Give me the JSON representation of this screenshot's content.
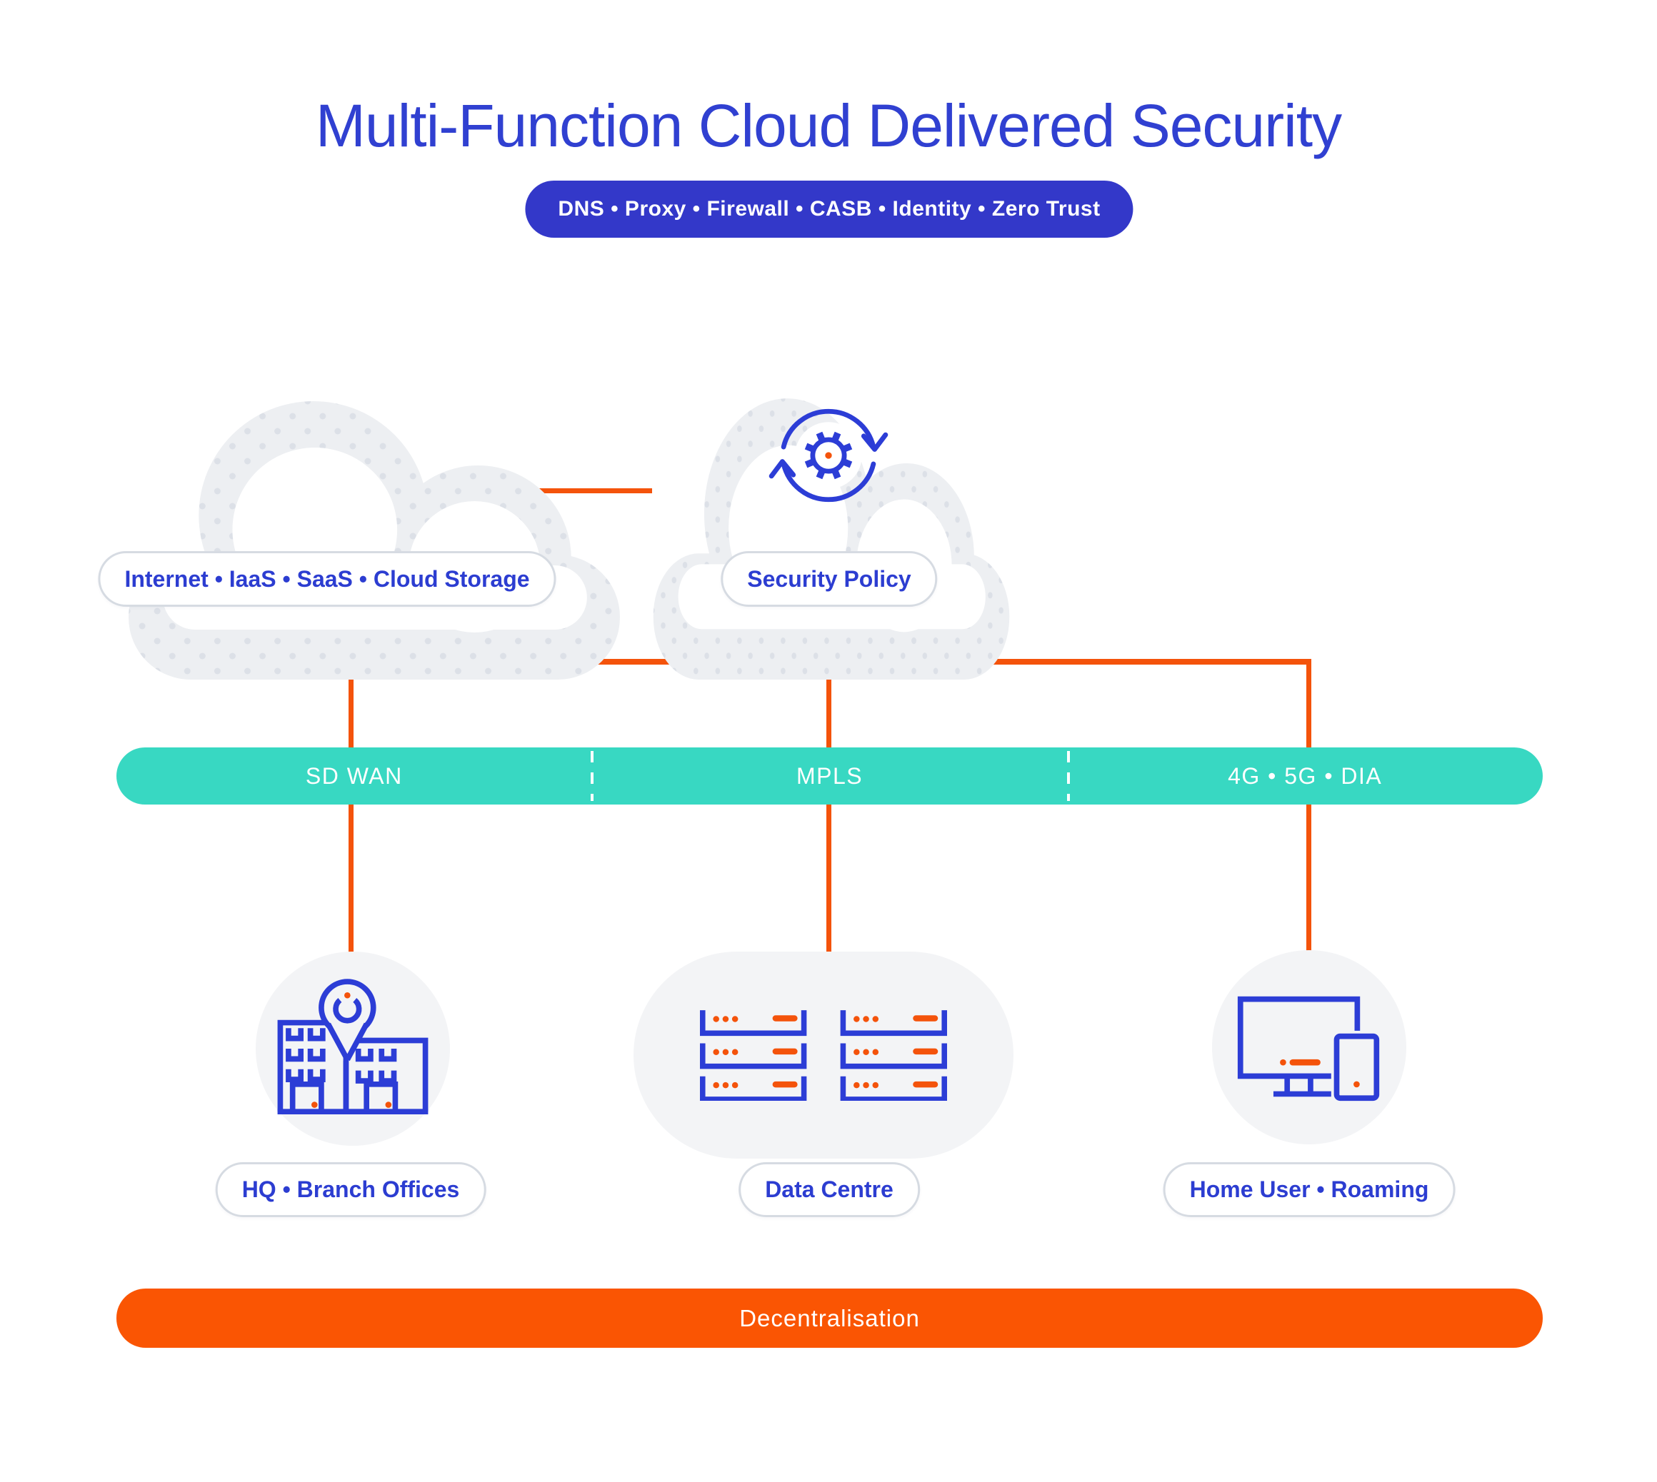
{
  "title": "Multi-Function Cloud Delivered Security",
  "badge": {
    "label": "DNS • Proxy • Firewall • CASB • Identity • Zero Trust"
  },
  "clouds": {
    "internet": {
      "label": "Internet • IaaS • SaaS • Cloud Storage",
      "icon": "cloud-icon"
    },
    "security": {
      "label": "Security Policy",
      "icon": "sync-gear-icon"
    }
  },
  "transport": {
    "segments": [
      {
        "label": "SD WAN"
      },
      {
        "label": "MPLS"
      },
      {
        "label": "4G • 5G • DIA"
      }
    ]
  },
  "endpoints": [
    {
      "label": "HQ • Branch Offices",
      "icon": "office-building-pin-icon"
    },
    {
      "label": "Data Centre",
      "icon": "server-racks-icon"
    },
    {
      "label": "Home User • Roaming",
      "icon": "desktop-mobile-icon"
    }
  ],
  "footer": {
    "label": "Decentralisation"
  },
  "colors": {
    "title_blue": "#3040D1",
    "badge_blue": "#3338C9",
    "label_blue": "#2C3DD1",
    "icon_blue": "#2C3DD6",
    "teal": "#38D8C2",
    "orange_line": "#F4530B",
    "orange_bar": "#FA5503",
    "cloud_gray": "#EDEFF2",
    "dot_gray": "#DCE0E7",
    "tile_gray": "#F3F4F6",
    "pill_border_gray": "#D6DBE2"
  }
}
